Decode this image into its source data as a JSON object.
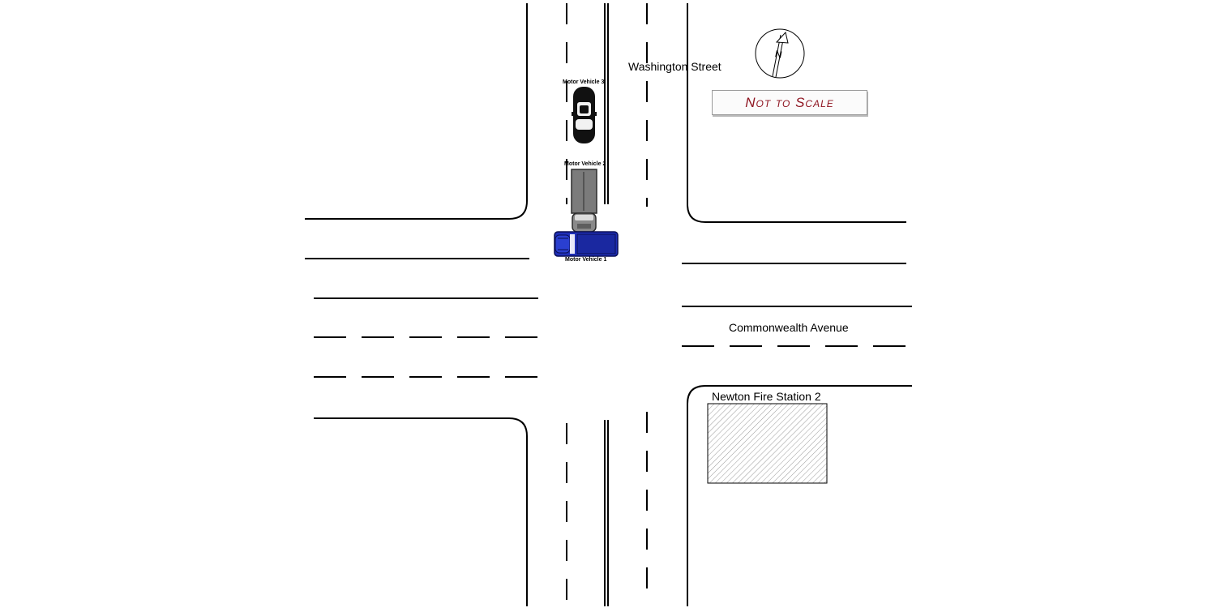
{
  "streets": {
    "north_south": "Washington Street",
    "east_west": "Commonwealth Avenue"
  },
  "building": {
    "label": "Newton Fire Station 2"
  },
  "compass": {
    "letter": "N"
  },
  "scale_note": "Not to Scale",
  "vehicles": [
    {
      "label": "Motor Vehicle 1",
      "color": "#1f2fb8",
      "kind": "pickup"
    },
    {
      "label": "Motor Vehicle 2",
      "color": "#7b7b7b",
      "kind": "truck"
    },
    {
      "label": "Motor Vehicle 3",
      "color": "#111111",
      "kind": "sedan"
    }
  ],
  "colors": {
    "line": "#000000",
    "scale_text": "#8e1420",
    "hatch": "#9a9a9a"
  }
}
